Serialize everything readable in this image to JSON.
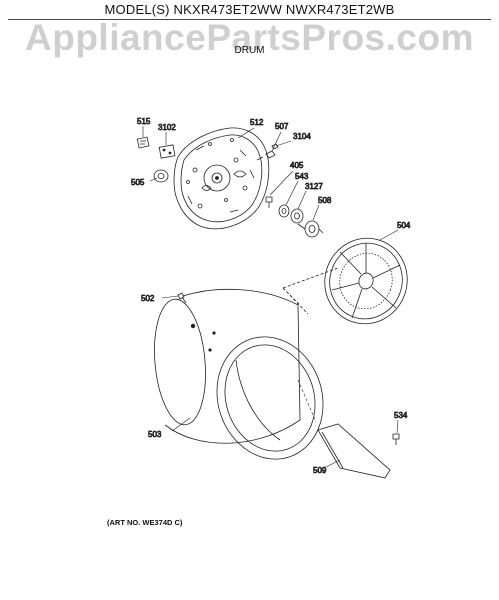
{
  "header": {
    "model_line": "MODEL(S) NKXR473ET2WW  NWXR473ET2WB",
    "watermark": "AppliancePartsPros.com",
    "section": "DRUM"
  },
  "footer": {
    "art_number": "(ART NO. WE374D C)"
  },
  "parts": {
    "p515": "515",
    "p3102": "3102",
    "p505": "505",
    "p512": "512",
    "p507": "507",
    "p3104": "3104",
    "p405": "405",
    "p543": "543",
    "p3127": "3127",
    "p508": "508",
    "p504": "504",
    "p502": "502",
    "p503": "503",
    "p534": "534",
    "p509": "509"
  }
}
